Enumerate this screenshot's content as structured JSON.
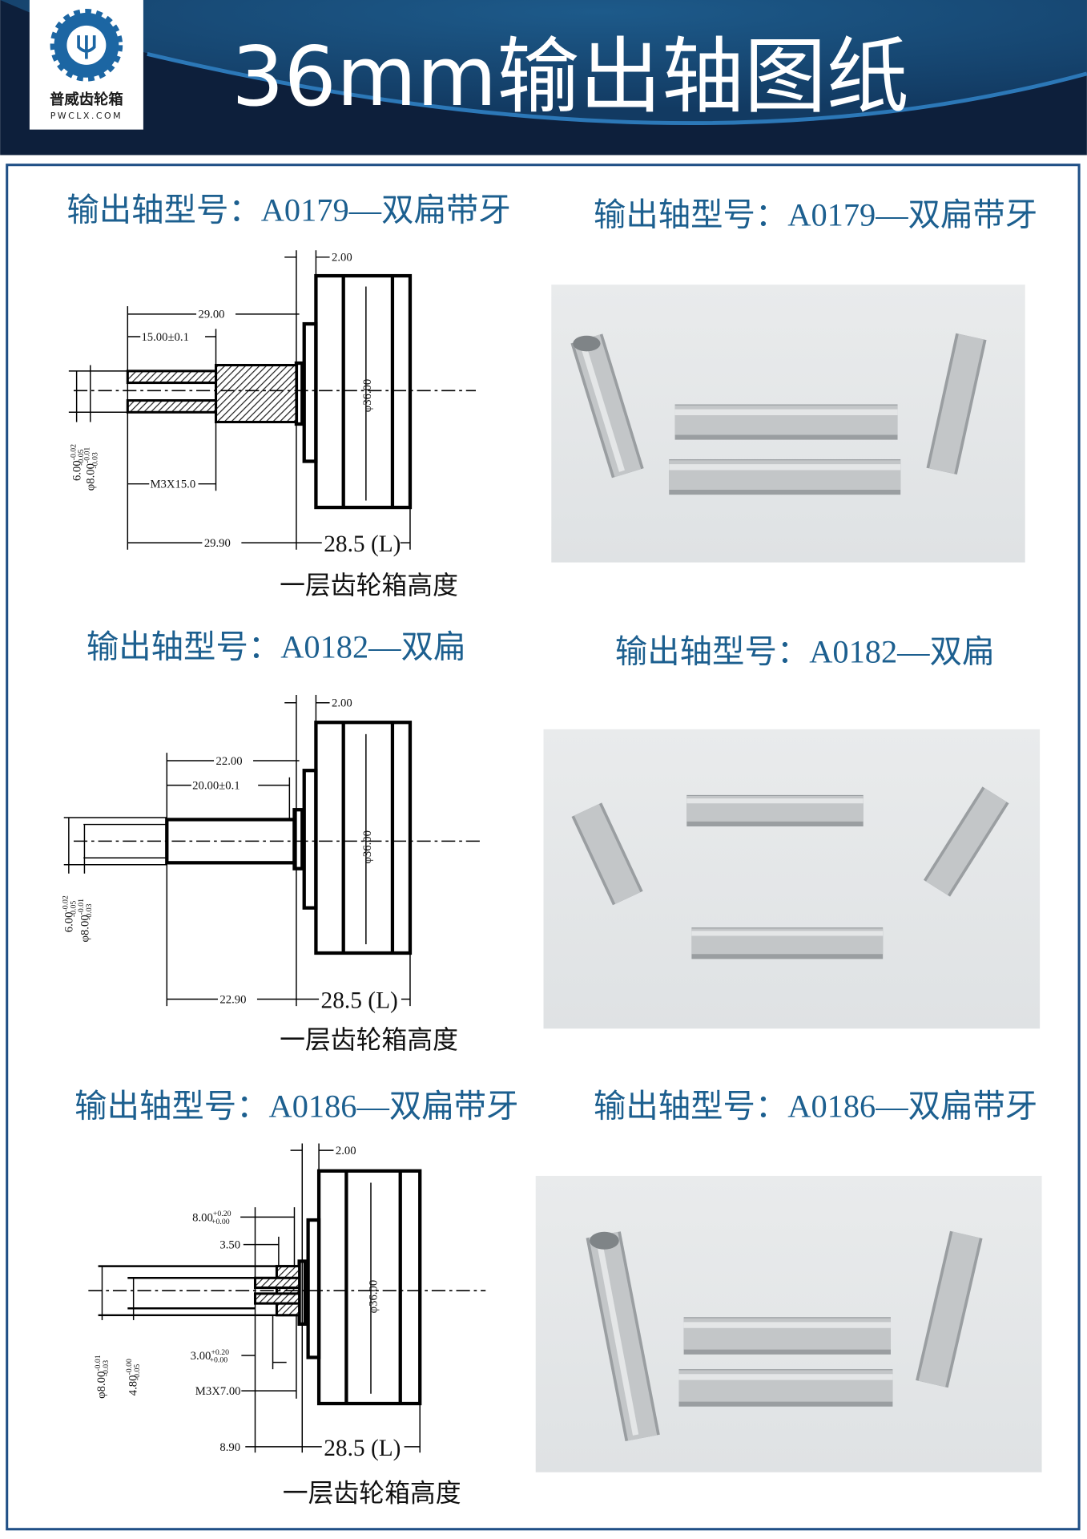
{
  "header": {
    "title": "36mm输出轴图纸",
    "logo": {
      "name": "普威齿轮箱",
      "url": "PWCLX.COM"
    }
  },
  "colors": {
    "header_bg": "#0d1f3b",
    "header_band": "#1d5a8a",
    "title_blue": "#1c5f8f",
    "frame": "#1f4f86"
  },
  "sections": [
    {
      "drawing_title": "输出轴型号：A0179—双扁带牙",
      "photo_title": "输出轴型号：A0179—双扁带牙",
      "caption": "一层齿轮箱高度",
      "dims": {
        "flange": "2.00",
        "length_total": "29.00",
        "flat_length": "15.00±0.1",
        "thread": "M3X15.0",
        "extension": "29.90",
        "height": "28.5 (L)",
        "diameter": "φ36.00"
      },
      "tolerances": [
        {
          "base": "6.00",
          "upper": "-0.02",
          "lower": "-0.05"
        },
        {
          "base": "φ8.00",
          "upper": "-0.01",
          "lower": "-0.03"
        }
      ]
    },
    {
      "drawing_title": "输出轴型号：A0182—双扁",
      "photo_title": "输出轴型号：A0182—双扁",
      "caption": "一层齿轮箱高度",
      "dims": {
        "flange": "2.00",
        "length_total": "22.00",
        "flat_length": "20.00±0.1",
        "extension": "22.90",
        "height": "28.5 (L)",
        "diameter": "φ36.00"
      },
      "tolerances": [
        {
          "base": "6.00",
          "upper": "-0.02",
          "lower": "-0.05"
        },
        {
          "base": "φ8.00",
          "upper": "-0.01",
          "lower": "-0.03"
        }
      ]
    },
    {
      "drawing_title": "输出轴型号：A0186—双扁带牙",
      "photo_title": "输出轴型号：A0186—双扁带牙",
      "caption": "一层齿轮箱高度",
      "dims": {
        "flange": "2.00",
        "boss_length": {
          "base": "8.00",
          "upper": "+0.20",
          "lower": "+0.00"
        },
        "step": "3.50",
        "recess": {
          "base": "3.00",
          "upper": "+0.20",
          "lower": "+0.00"
        },
        "thread": "M3X7.00",
        "extension": "8.90",
        "height": "28.5 (L)",
        "diameter": "φ36.00"
      },
      "tolerances": [
        {
          "base": "φ8.00",
          "upper": "-0.01",
          "lower": "-0.03"
        },
        {
          "base": "4.80",
          "upper": "-0.00",
          "lower": "-0.05"
        }
      ]
    }
  ]
}
